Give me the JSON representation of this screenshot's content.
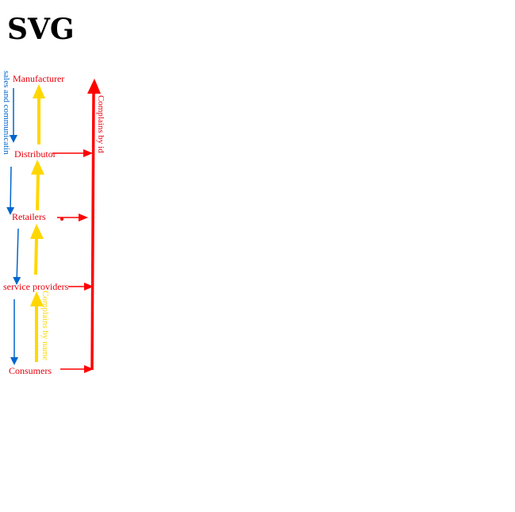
{
  "heading": "SVG",
  "nodes": {
    "manufacturer": "Manufacturer",
    "distributor": "Distributor",
    "retailers": "Retailers",
    "service_providers": "service providers",
    "consumers": "Consumers"
  },
  "edge_labels": {
    "sales": "sales and communicatin",
    "complains_by_id": "Complains by id",
    "complains_by_name": "Complains by name"
  },
  "colors": {
    "node_text": "#e8000b",
    "sales_arrow": "#0066cc",
    "feedback_arrow": "#ffd700",
    "complaint_arrow": "#ff0000",
    "complains_by_name_text": "#ffd700"
  }
}
